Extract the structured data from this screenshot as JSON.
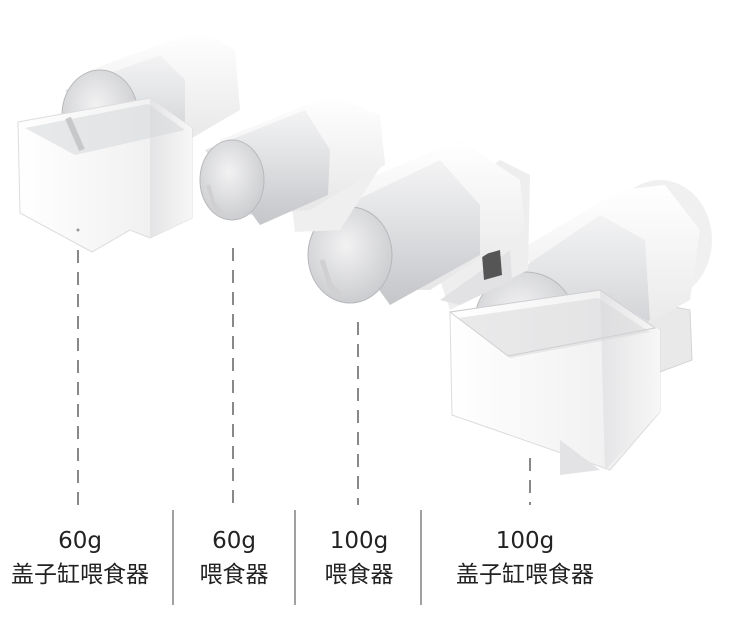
{
  "products": [
    {
      "capacity": "60g",
      "name": "盖子缸喂食器"
    },
    {
      "capacity": "60g",
      "name": "喂食器"
    },
    {
      "capacity": "100g",
      "name": "喂食器"
    },
    {
      "capacity": "100g",
      "name": "盖子缸喂食器"
    }
  ],
  "colors": {
    "background": "#ffffff",
    "body_white": "#f4f4f4",
    "drum_translucent": "#d9dadc",
    "shadow": "#c8c9cb",
    "text": "#222222",
    "leader_line": "#555555",
    "divider": "#777777"
  }
}
